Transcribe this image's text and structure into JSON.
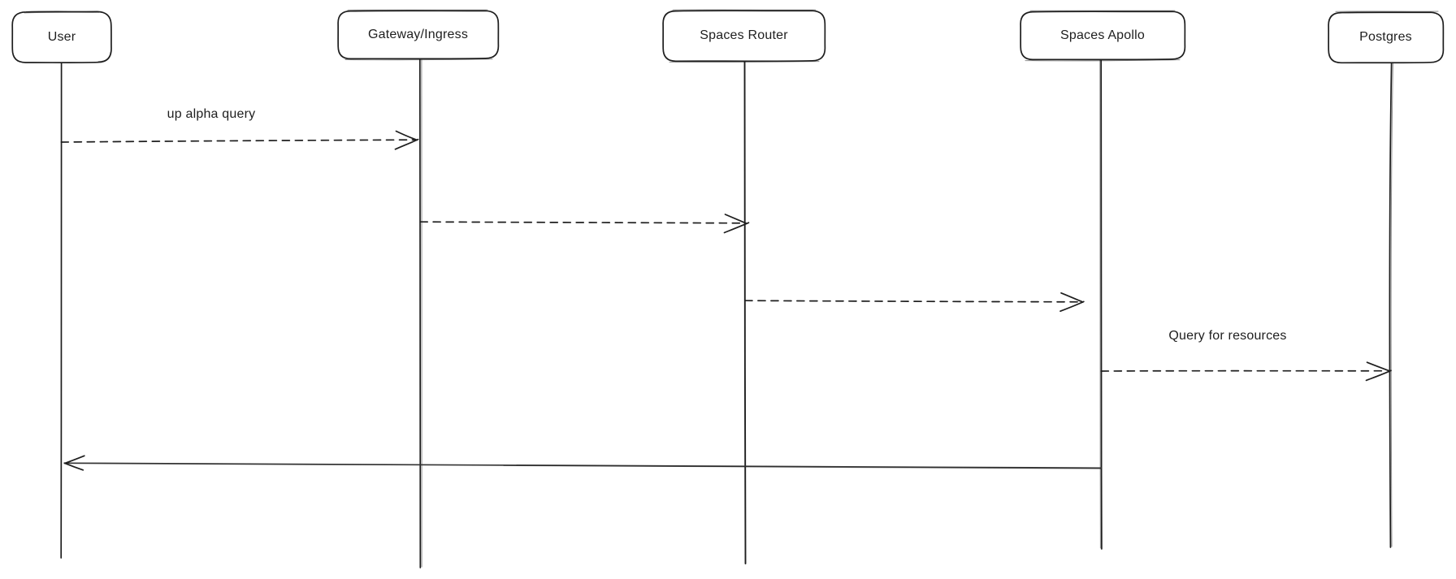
{
  "diagram": {
    "type": "sequence-diagram",
    "style": "hand-drawn",
    "background_color": "#ffffff",
    "stroke_color": "#1e1e1e",
    "text_color": "#1e1e1e",
    "actors": [
      {
        "id": "user",
        "label": "User"
      },
      {
        "id": "gateway-ingress",
        "label": "Gateway/Ingress"
      },
      {
        "id": "spaces-router",
        "label": "Spaces Router"
      },
      {
        "id": "spaces-apollo",
        "label": "Spaces Apollo"
      },
      {
        "id": "postgres",
        "label": "Postgres"
      }
    ],
    "messages": [
      {
        "from": "User",
        "to": "Gateway/Ingress",
        "label": "up alpha query",
        "line_style": "dashed",
        "direction": "right"
      },
      {
        "from": "Gateway/Ingress",
        "to": "Spaces Router",
        "label": "",
        "line_style": "dashed",
        "direction": "right"
      },
      {
        "from": "Spaces Router",
        "to": "Spaces Apollo",
        "label": "",
        "line_style": "dashed",
        "direction": "right"
      },
      {
        "from": "Spaces Apollo",
        "to": "Postgres",
        "label": "Query for resources",
        "line_style": "dashed",
        "direction": "right"
      },
      {
        "from": "Spaces Apollo",
        "to": "User",
        "label": "",
        "line_style": "solid",
        "direction": "left"
      }
    ]
  }
}
